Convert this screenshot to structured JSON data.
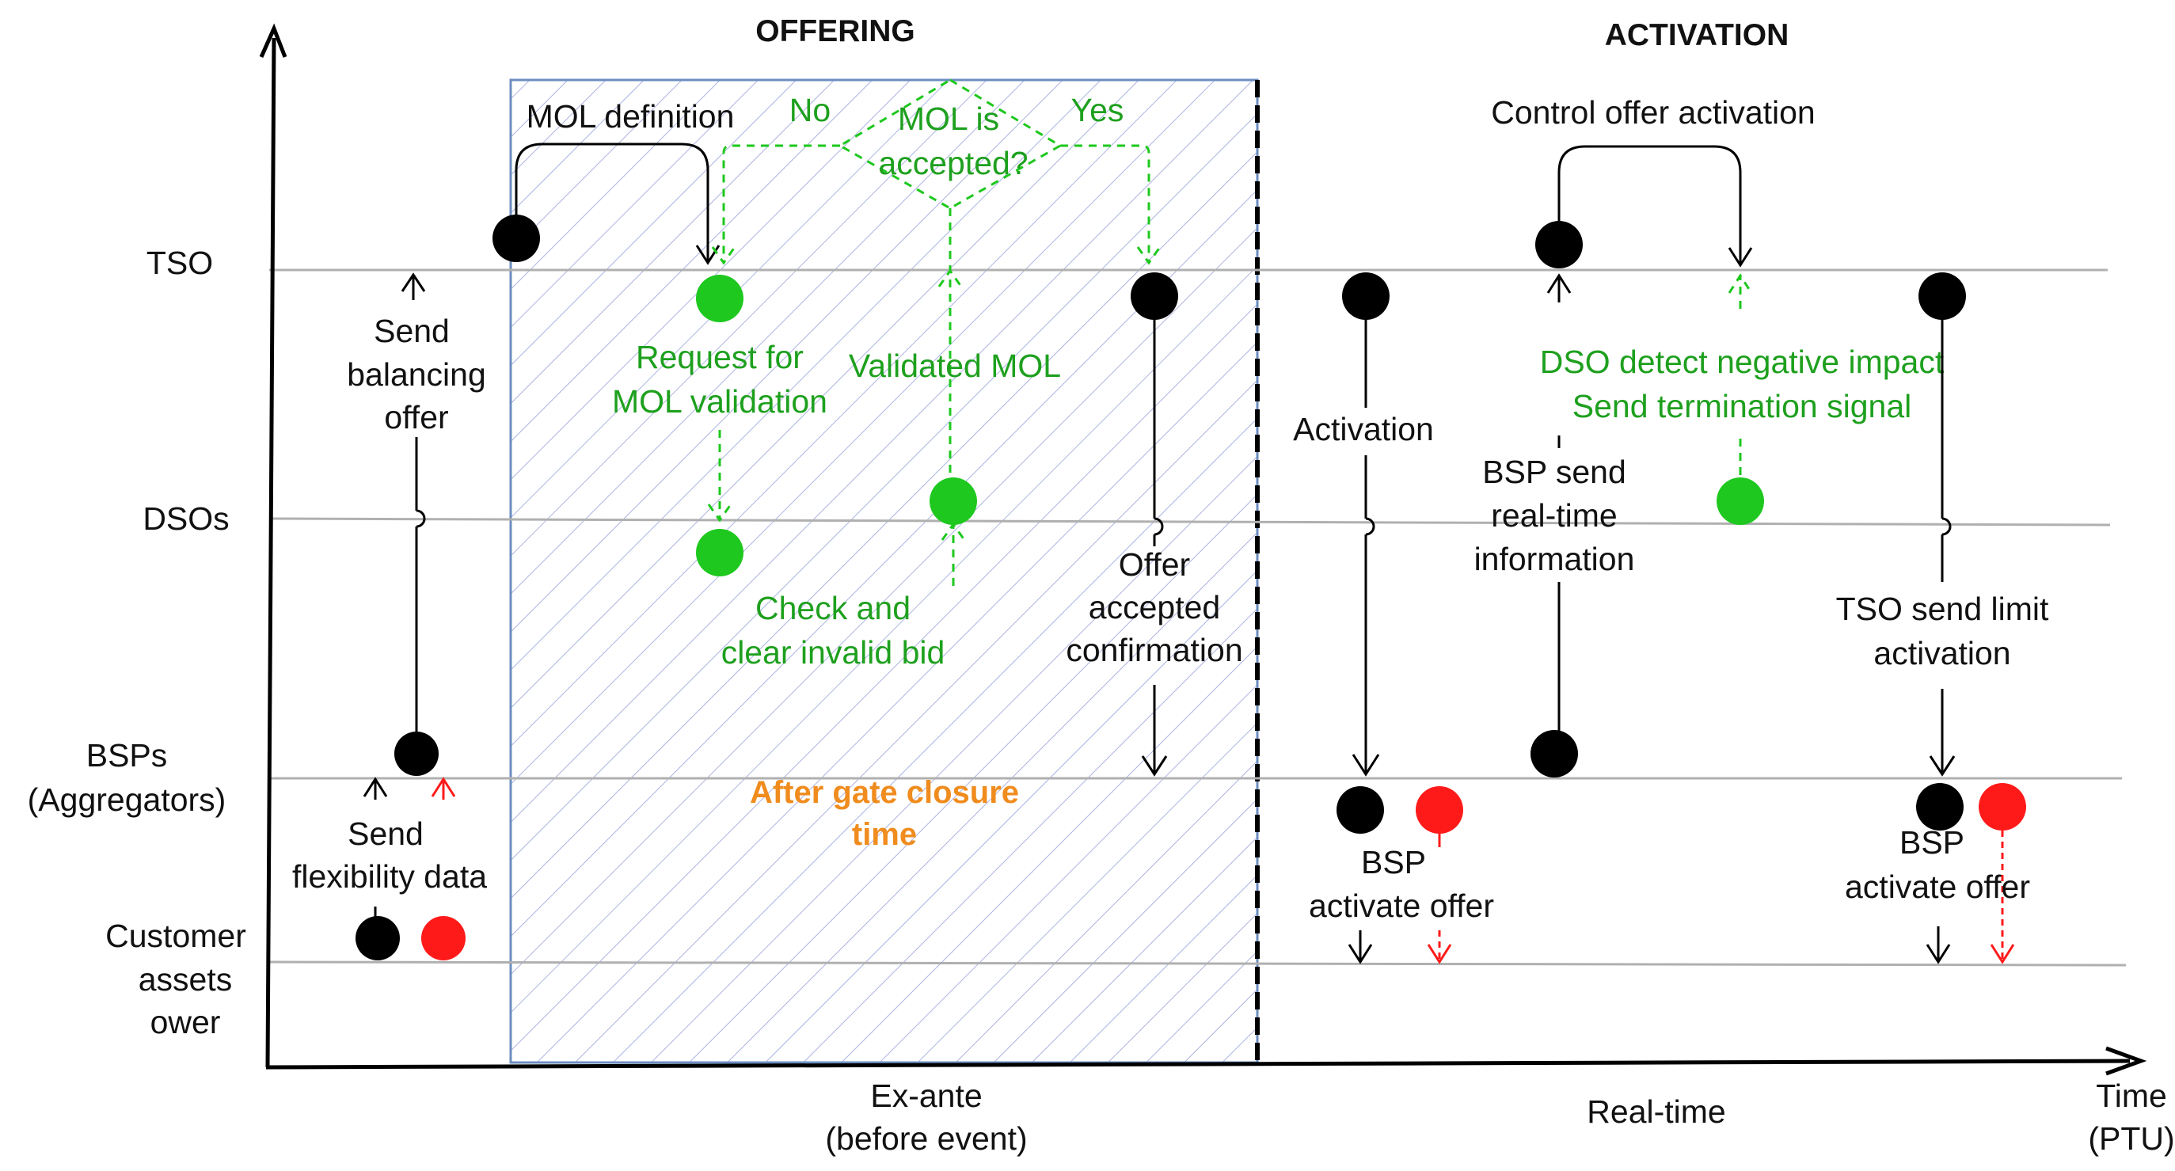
{
  "colors": {
    "black": "#000000",
    "green": "#1ec81e",
    "green_text": "#1ea01e",
    "red": "#ff1a1a",
    "orange": "#f08c1e",
    "lane_line": "#b0b0b0",
    "hatch_box_border": "#6c8ebf",
    "hatch": "#aab3e0"
  },
  "phases": {
    "offering": "OFFERING",
    "activation": "ACTIVATION"
  },
  "lanes": {
    "tso": "TSO",
    "dsos": "DSOs",
    "bsps": [
      "BSPs",
      "(Aggregators)"
    ],
    "customer": [
      "Customer",
      "assets",
      "ower"
    ]
  },
  "axis": {
    "ex_ante": [
      "Ex-ante",
      "(before event)"
    ],
    "real_time": "Real-time",
    "time": [
      "Time",
      "(PTU)"
    ]
  },
  "decision": {
    "question": [
      "MOL is",
      "accepted?"
    ],
    "no": "No",
    "yes": "Yes"
  },
  "gate_closure": [
    "After gate closure",
    "time"
  ],
  "flows": {
    "send_balancing_offer": [
      "Send",
      "balancing",
      "offer"
    ],
    "send_flexibility_data": [
      "Send",
      "flexibility data"
    ],
    "mol_definition": "MOL definition",
    "request_mol_validation": [
      "Request for",
      "MOL validation"
    ],
    "validated_mol": "Validated MOL",
    "check_clear_invalid": [
      "Check and",
      "clear invalid bid"
    ],
    "offer_accepted": [
      "Offer",
      "accepted",
      "confirmation"
    ],
    "activation": "Activation",
    "control_offer_activation": "Control offer activation",
    "bsp_send_realtime": [
      "BSP send",
      "real-time",
      "information"
    ],
    "dso_detect": [
      "DSO detect negative impact",
      "Send termination signal"
    ],
    "tso_send_limit": [
      "TSO send limit",
      "activation"
    ],
    "bsp_activate_offer_1": [
      "BSP",
      "activate offer"
    ],
    "bsp_activate_offer_2": [
      "BSP",
      "activate offer"
    ]
  }
}
